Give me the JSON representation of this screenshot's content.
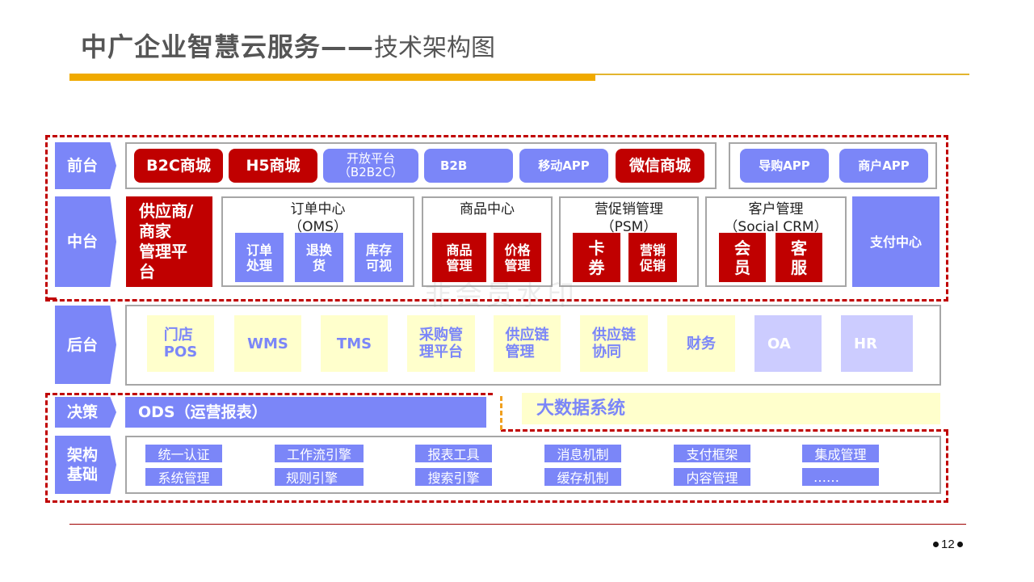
{
  "title": {
    "main": "中广企业智慧云服务",
    "dash": "——",
    "sub": "技术架构图"
  },
  "colors": {
    "accent_orange": "#f0aa00",
    "brand_red": "#c00000",
    "brand_blue": "#7b86f8",
    "pale_yellow": "#ffffcc",
    "lavender": "#ccccff"
  },
  "layers": {
    "front": {
      "label": "前台",
      "group1": [
        {
          "label": "B2C商城",
          "style": "red"
        },
        {
          "label": "H5商城",
          "style": "red"
        },
        {
          "label": "开放平台\n（B2B2C）",
          "style": "blue"
        },
        {
          "label": "B2B",
          "style": "blue"
        },
        {
          "label": "移动APP",
          "style": "blue"
        },
        {
          "label": "微信商城",
          "style": "red"
        }
      ],
      "group2": [
        {
          "label": "导购APP",
          "style": "blue"
        },
        {
          "label": "商户APP",
          "style": "blue"
        }
      ]
    },
    "middle": {
      "label": "中台",
      "supplier": "供应商/\n商家\n管理平\n台",
      "oms": {
        "title": "订单中心\n（OMS）",
        "items": [
          "订单\n处理",
          "退换\n货",
          "库存\n可视"
        ]
      },
      "product": {
        "title": "商品中心",
        "items": [
          "商品\n管理",
          "价格\n管理"
        ]
      },
      "psm": {
        "title": "营促销管理\n（PSM）",
        "items": [
          "卡\n券",
          "营销\n促销"
        ]
      },
      "crm": {
        "title": "客户管理\n（Social CRM）",
        "items": [
          "会\n员",
          "客\n服"
        ]
      },
      "payment": "支付中心"
    },
    "back": {
      "label": "后台",
      "items": [
        "门店\nPOS",
        "WMS",
        "TMS",
        "采购管\n理平台",
        "供应链\n管理",
        "供应链\n协同",
        "财务"
      ],
      "disabled_items": [
        "OA",
        "HR"
      ]
    },
    "decision": {
      "label": "决策",
      "ods": "ODS（运营报表）",
      "bigdata": "大数据系统"
    },
    "infrastructure": {
      "label": "架构\n基础",
      "row1": [
        "统一认证",
        "工作流引擎",
        "报表工具",
        "消息机制",
        "支付框架",
        "集成管理"
      ],
      "row2": [
        "系统管理",
        "规则引擎",
        "搜索引擎",
        "缓存机制",
        "内容管理",
        "……"
      ]
    }
  },
  "watermark": "非会员水印",
  "page_number": "12"
}
